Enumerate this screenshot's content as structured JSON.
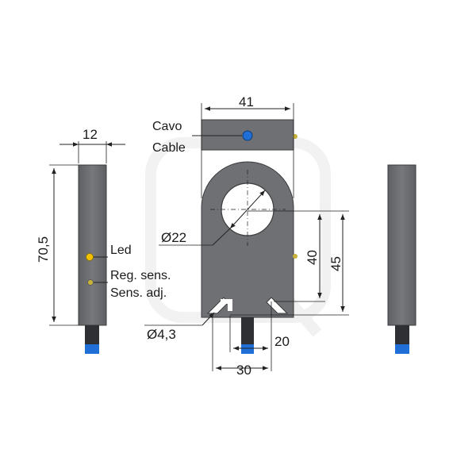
{
  "colors": {
    "body": "#6e7074",
    "body_edge": "#3a3b3d",
    "led_yellow": "#f2c200",
    "adjust_yellow": "#c9b23a",
    "cable_blue": "#1f6fd6",
    "cable_dark": "#2f3033",
    "line": "#222222"
  },
  "side_view": {
    "dim_width": "12",
    "dim_height": "70,5",
    "led_label": "Led",
    "reg_label": "Reg. sens.",
    "adj_label": "Sens. adj."
  },
  "front_view": {
    "dim_top_width": "41",
    "cable_label_it": "Cavo",
    "cable_label_en": "Cable",
    "dim_bore": "Ø22",
    "dim_40": "40",
    "dim_45": "45",
    "dim_hole": "Ø4,3",
    "dim_20": "20",
    "dim_30": "30"
  }
}
